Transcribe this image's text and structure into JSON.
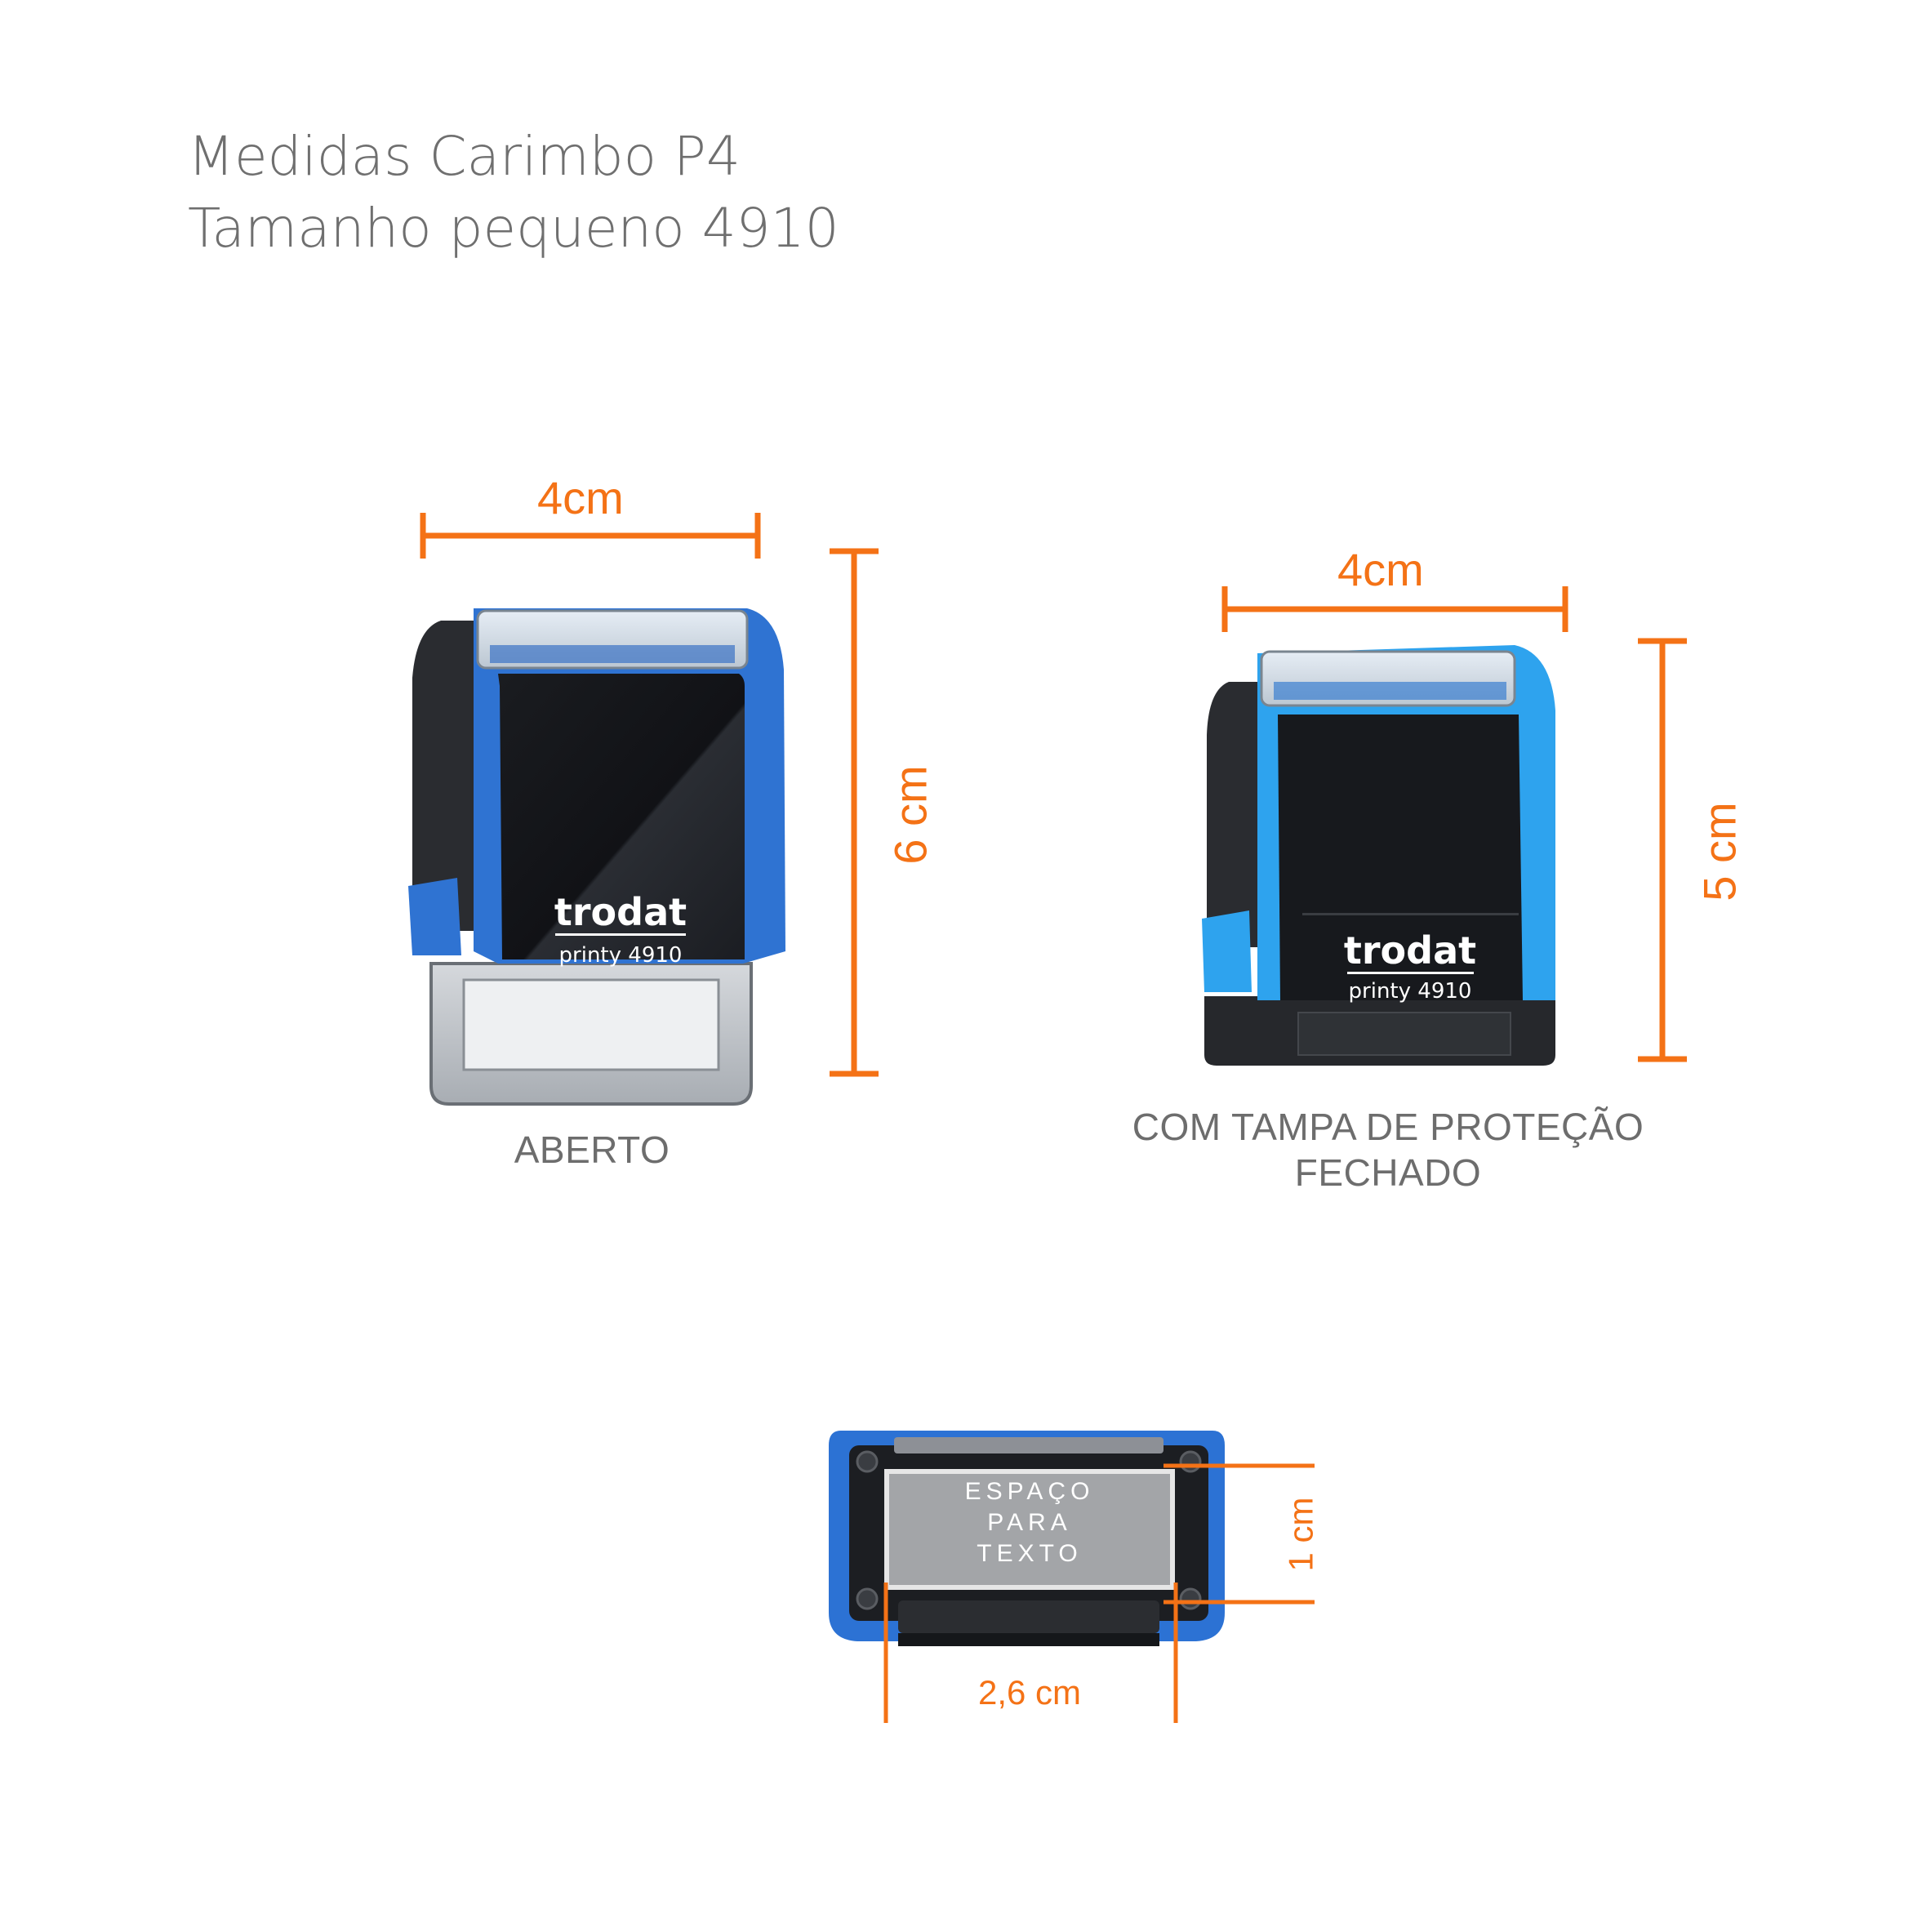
{
  "title": {
    "line1": "Medidas Carimbo P4",
    "line2": "Tamanho pequeno 4910"
  },
  "open_stamp": {
    "caption": "ABERTO",
    "width_label": "4cm",
    "height_label": "6 cm",
    "brand": "trodat",
    "model": "printy 4910",
    "body_color": "#2f73d2"
  },
  "closed_stamp": {
    "caption_line1": "COM TAMPA DE PROTEÇÃO",
    "caption_line2": "FECHADO",
    "width_label": "4cm",
    "height_label": "5 cm",
    "brand": "trodat",
    "model": "printy 4910",
    "body_color": "#2ea3ee"
  },
  "bottom_view": {
    "text_area": [
      "ESPAÇO",
      "PARA",
      "TEXTO"
    ],
    "width_label": "2,6 cm",
    "height_label": "1 cm"
  },
  "colors": {
    "dimension": "#f47216",
    "caption": "#6d6d6d"
  }
}
